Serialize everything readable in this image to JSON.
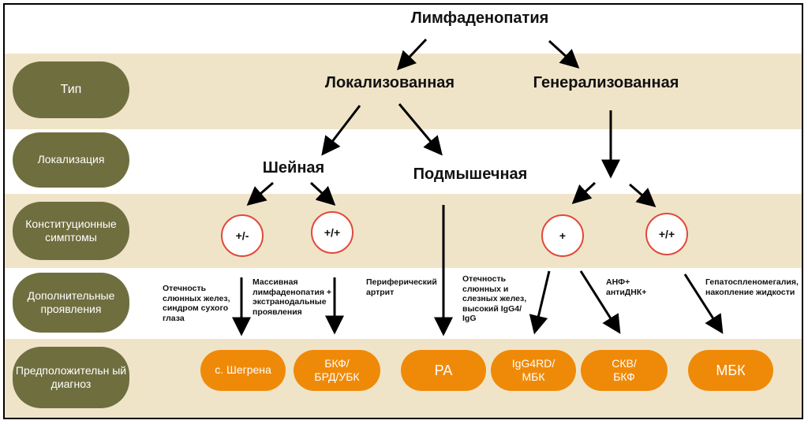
{
  "title": "Лимфаденопатия",
  "rows": {
    "type": "Тип",
    "localization": "Локализация",
    "constitutional": "Конституционные симптомы",
    "additional": "Дополнительные проявления",
    "diagnosis": "Предположительн ый диагноз"
  },
  "type_nodes": {
    "localized": "Локализованная",
    "generalized": "Генерализованная"
  },
  "loc_nodes": {
    "cervical": "Шейная",
    "axillary": "Подмышечная"
  },
  "symptoms": {
    "c1": "+/-",
    "c2": "+/+",
    "c3": "+",
    "c4": "+/+"
  },
  "notes": {
    "n1": "Отечность\nслюнных желез,\nсиндром сухого\nглаза",
    "n2": "Массивная\nлимфаденопатия +\nэкстранодальные\nпроявления",
    "n3": "Периферический\nартрит",
    "n4": "Отечность\nслюнных и\nслезных желез,\nвысокий IgG4/\nIgG",
    "n5": "АНФ+\nантиДНК+",
    "n6": "Гепатоспленомегалия,\nнакопление жидкости"
  },
  "diagnoses": {
    "d1": "с. Шегрена",
    "d2": "БКФ/\nБРД/УБК",
    "d3": "РА",
    "d4": "IgG4RD/\nМБК",
    "d5": "СКВ/\nБКФ",
    "d6": "МБК"
  },
  "colors": {
    "band": "#f0e4c8",
    "pill": "#6e6e3f",
    "diagnosis": "#ef8a08",
    "circle_border": "#e0493a"
  }
}
